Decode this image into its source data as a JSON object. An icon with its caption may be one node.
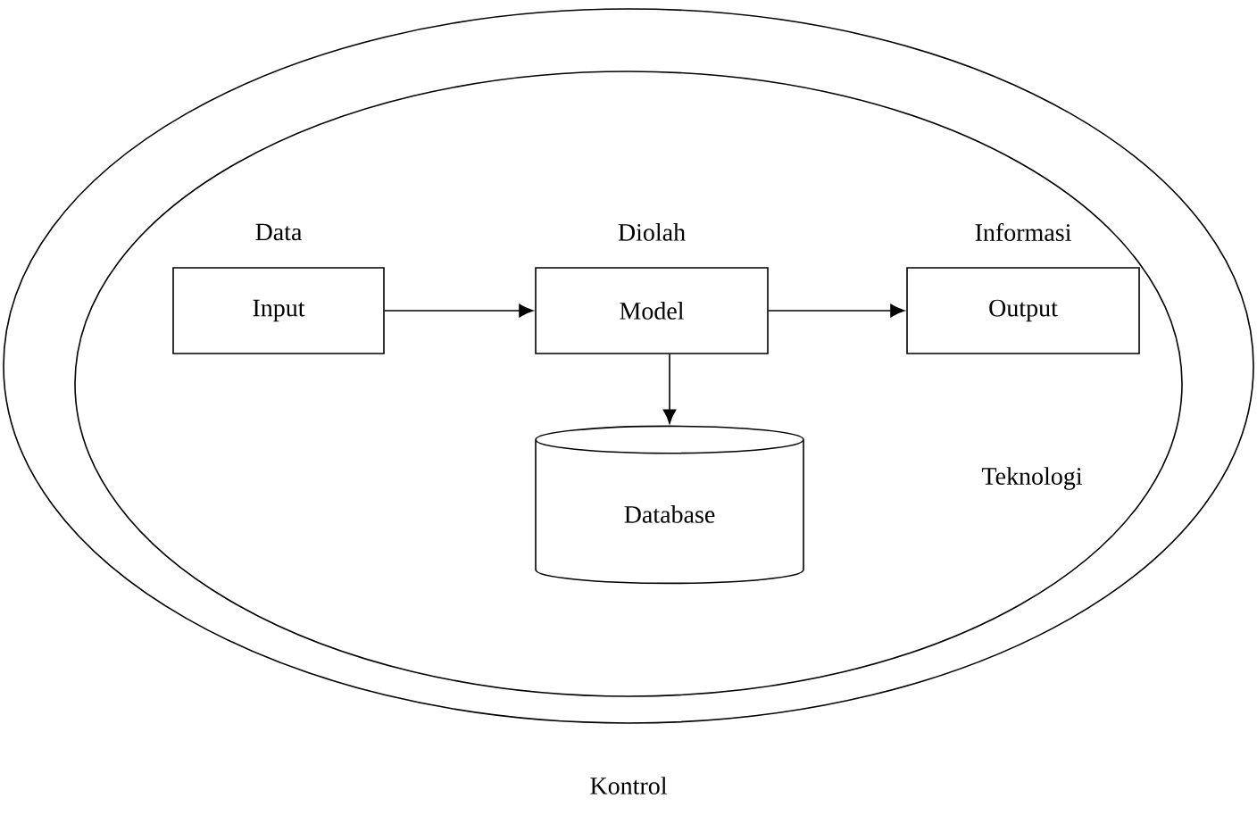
{
  "diagram": {
    "nodes": [
      {
        "text": [
          "Kontrol"
        ]
      },
      {
        "text": [
          "Teknologi"
        ],
        "in": 0
      },
      {
        "text": [
          "Data",
          "Input"
        ],
        "in": 1
      },
      {
        "text": [
          "Diolah",
          "Model"
        ],
        "in": 1
      },
      {
        "text": [
          "Informasi",
          "Output"
        ],
        "in": 1
      },
      {
        "text": [
          "Database"
        ],
        "in": 1
      }
    ],
    "edges": [
      {
        "from": 2,
        "to": 3,
        "arrow": "to"
      },
      {
        "from": 3,
        "to": 4,
        "arrow": "to"
      },
      {
        "from": 3,
        "to": 5,
        "arrow": "to"
      }
    ]
  }
}
